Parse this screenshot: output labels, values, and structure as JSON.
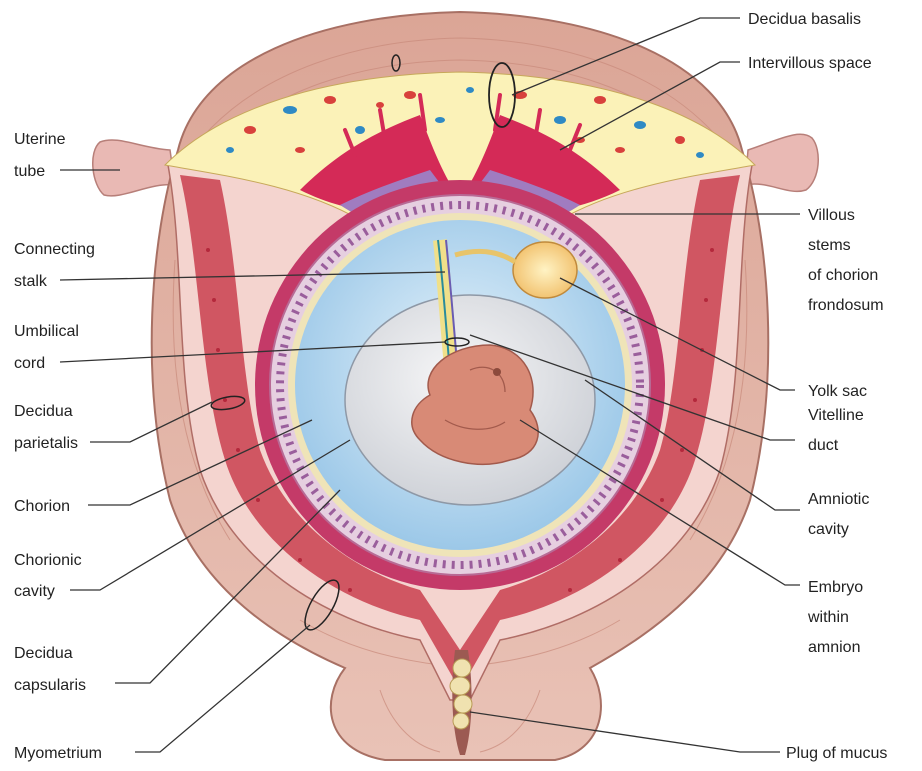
{
  "colors": {
    "myometrium": "#e7b6aa",
    "decidua": "#c33a4e",
    "chorion_ring": "#c43a68",
    "chorionic_cavity": "#b9dbf2",
    "amnion": "#e3e5ea",
    "embryo": "#d88a76",
    "yolk_sac": "#f6d48a",
    "intervillous": "#fbf2b8",
    "villi": "#a07cc0",
    "mucus": "#f0e2b0"
  },
  "labels": {
    "decidua_basalis": "Decidua basalis",
    "intervillous_space": "Intervillous space",
    "uterine_tube": [
      "Uterine",
      "tube"
    ],
    "villous_stems": [
      "Villous",
      "stems",
      "of chorion",
      "frondosum"
    ],
    "connecting_stalk": [
      "Connecting",
      "stalk"
    ],
    "umbilical_cord": [
      "Umbilical",
      "cord"
    ],
    "yolk_sac": "Yolk sac",
    "decidua_parietalis": [
      "Decidua",
      "parietalis"
    ],
    "vitelline_duct": [
      "Vitelline",
      "duct"
    ],
    "chorion": "Chorion",
    "amniotic_cavity": [
      "Amniotic",
      "cavity"
    ],
    "chorionic_cavity": [
      "Chorionic",
      "cavity"
    ],
    "embryo": [
      "Embryo",
      "within",
      "amnion"
    ],
    "decidua_capsularis": [
      "Decidua",
      "capsularis"
    ],
    "myometrium": "Myometrium",
    "plug_of_mucus": "Plug of mucus"
  }
}
